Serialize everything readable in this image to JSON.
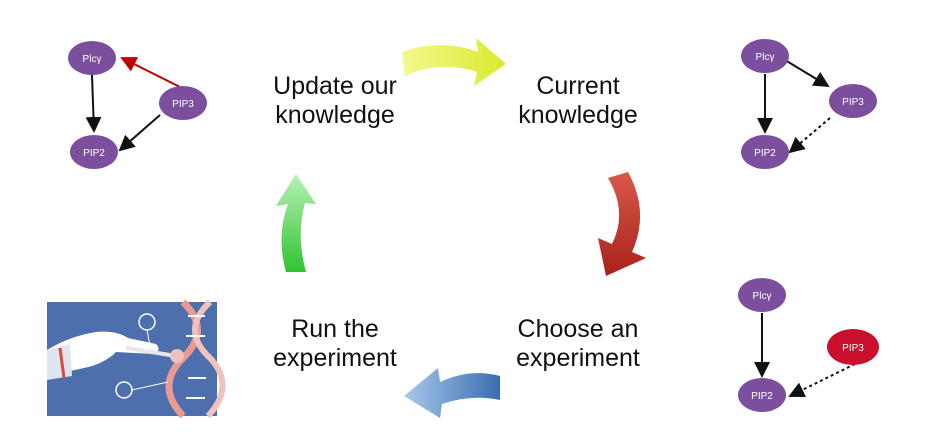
{
  "cycle": {
    "update": [
      "Update our",
      "knowledge"
    ],
    "current": [
      "Current",
      "knowledge"
    ],
    "choose": [
      "Choose an",
      "experiment"
    ],
    "run": [
      "Run the",
      "experiment"
    ]
  },
  "graphs": {
    "updated": {
      "plcg": "Plcγ",
      "pip3": "PIP3",
      "pip2": "PIP2"
    },
    "current": {
      "plcg": "Plcγ",
      "pip3": "PIP3",
      "pip2": "PIP2"
    },
    "experiment": {
      "plcg": "Plcγ",
      "pip3": "PIP3",
      "pip2": "PIP2"
    }
  },
  "colors": {
    "node": "#7b4f9e",
    "node_highlight": "#c8102e",
    "arrow_yellow": "#e6f06a",
    "arrow_red": "#c0392b",
    "arrow_blue": "#5b8bc4",
    "arrow_green": "#5fd35f",
    "edge_red": "#c00000",
    "illustration_bg": "#4a6aa8"
  },
  "illustration": {
    "name": "lab-experiment-illustration"
  }
}
